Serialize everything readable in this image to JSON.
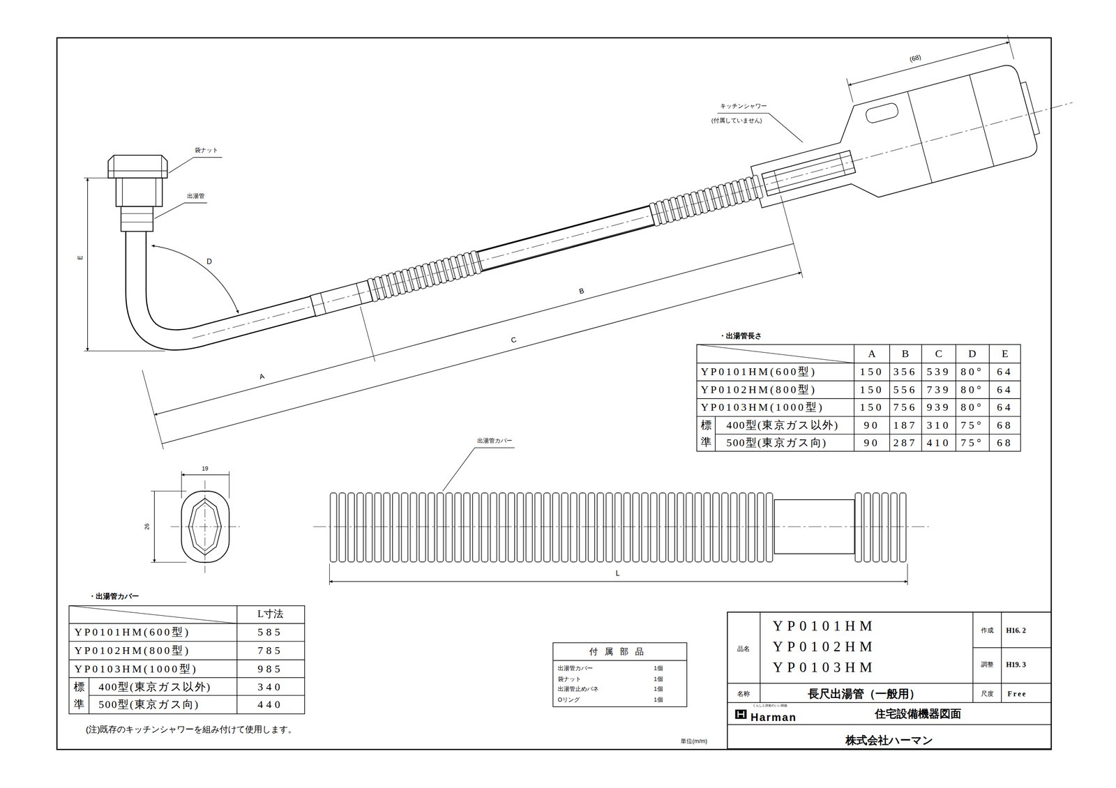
{
  "diagram": {
    "title": "長尺出湯管（一般用）",
    "labels": [
      "(68)",
      "キッチンシャワー",
      "(付属していません)",
      "袋ナット",
      "出湯管",
      "E",
      "D",
      "B",
      "C",
      "A",
      "・出湯管長さ",
      "A",
      "B",
      "C",
      "D",
      "E",
      "YP0101HM(600型)",
      "150",
      "356",
      "539",
      "80°",
      "64",
      "YP0102HM(800型)",
      "150",
      "556",
      "739",
      "80°",
      "64",
      "YP0103HM(1000型)",
      "150",
      "756",
      "939",
      "80°",
      "64",
      "標",
      "400型(東京ガス以外)",
      "90",
      "187",
      "310",
      "75°",
      "68",
      "準",
      "500型(東京ガス向)",
      "90",
      "287",
      "410",
      "75°",
      "68",
      "出湯管カバー",
      "19",
      "26",
      "L",
      "・出湯管カバー",
      "L寸法",
      "YP0101HM(600型)",
      "585",
      "YP0102HM(800型)",
      "785",
      "YP0103HM(1000型)",
      "985",
      "標",
      "400型(東京ガス以外)",
      "340",
      "準",
      "500型(東京ガス向)",
      "440",
      "(注)既存のキッチンシャワーを組み付けて使用します。",
      "付属部品",
      "出湯管カバー",
      "1個",
      "袋ナット",
      "1個",
      "出湯管止めバネ",
      "1個",
      "Oリング",
      "1個",
      "単位(m/m)",
      "品名",
      "YP0101HM",
      "YP0102HM",
      "YP0103HM",
      "作成",
      "H16. 2",
      "調整",
      "H19. 3",
      "名称",
      "尺度",
      "Free",
      "住宅設備機器図面",
      "くらしと技術のいい関係",
      "Harman",
      "株式会社ハーマン"
    ]
  }
}
